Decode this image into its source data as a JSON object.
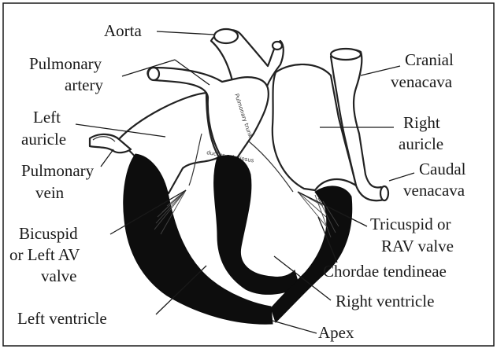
{
  "diagram": {
    "labels": {
      "aorta": "Aorta",
      "pulmonary_artery_1": "Pulmonary",
      "pulmonary_artery_2": "artery",
      "left_auricle_1": "Left",
      "left_auricle_2": "auricle",
      "pulmonary_vein_1": "Pulmonary",
      "pulmonary_vein_2": "vein",
      "bicuspid_1": "Bicuspid",
      "bicuspid_2": "or Left AV",
      "bicuspid_3": "valve",
      "left_ventricle": "Left ventricle",
      "cranial_venacava_1": "Cranial",
      "cranial_venacava_2": "venacava",
      "right_auricle_1": "Right",
      "right_auricle_2": "auricle",
      "caudal_venacava_1": "Caudal",
      "caudal_venacava_2": "venacava",
      "tricuspid_1": "Tricuspid or",
      "tricuspid_2": "RAV valve",
      "chordae": "Chordae tendineae",
      "right_ventricle": "Right ventricle",
      "apex": "Apex"
    },
    "inner_text": {
      "pulmonary_trunk": "Pulmonary trunk",
      "ductus": "ductus arteriosus"
    }
  }
}
